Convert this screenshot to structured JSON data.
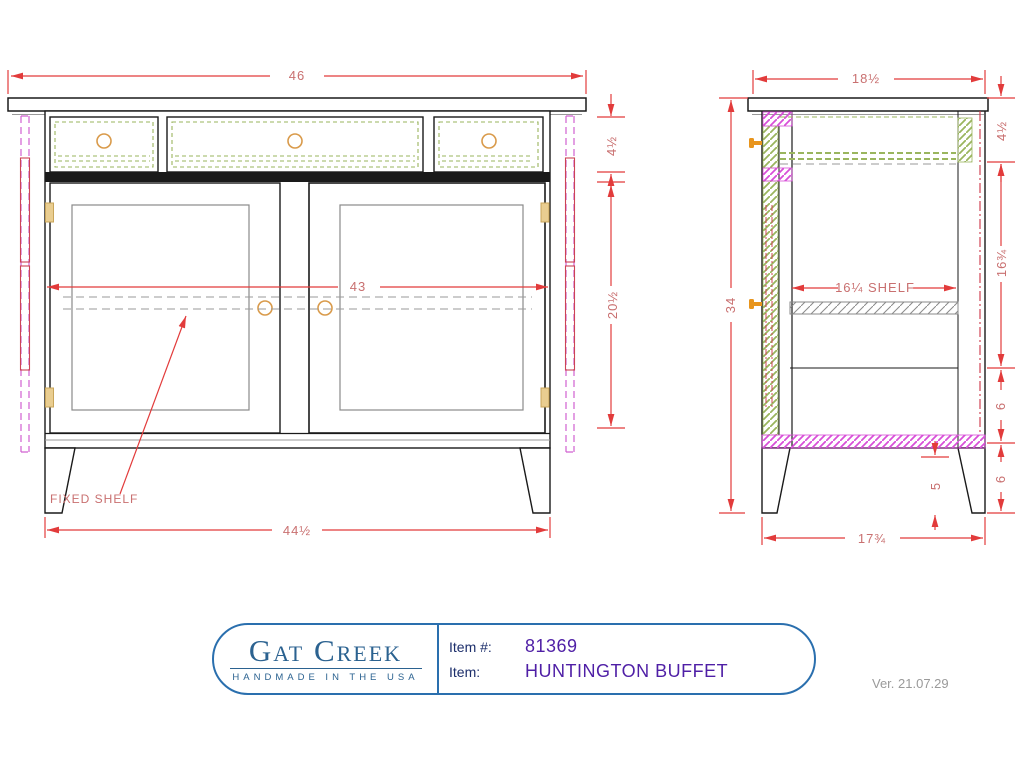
{
  "drawing": {
    "front": {
      "dim_top_width": "46",
      "dim_drawer_height": "4½",
      "dim_door_height": "20½",
      "dim_shelf_width": "43",
      "dim_base_width": "44½",
      "fixed_shelf_label": "FIXED SHELF"
    },
    "side": {
      "dim_top_depth": "18½",
      "dim_height": "34",
      "dim_drawer_height": "4½",
      "dim_shelf_depth": "16¼ SHELF",
      "dim_door_opening": "16¾",
      "dim_below_shelf": "6",
      "dim_leg_clearance": "6",
      "dim_leg_height": "5",
      "dim_base_depth": "17¾"
    },
    "colors": {
      "dimension_line": "#e23b3b",
      "dimension_text": "#c97070",
      "drawer_green": "#9ab55e",
      "hardware_orange": "#d99a4a",
      "knob_solid_orange": "#e8951d",
      "open_door_magenta": "#d060d0",
      "section_magenta": "#d84fd8",
      "shelf_gray": "#8a8a8a",
      "hinge_tan": "#e9cd90",
      "title_border_blue": "#2a6fae",
      "logo_blue": "#2b6290",
      "item_value_purple": "#4f1fa6",
      "item_label_navy": "#1c2e6b"
    }
  },
  "title_block": {
    "logo_text": "Gat Creek",
    "logo_tagline": "HANDMADE IN THE USA",
    "item_number_label": "Item #:",
    "item_number_value": "81369",
    "item_label": "Item:",
    "item_value": "HUNTINGTON BUFFET"
  },
  "version_text": "Ver. 21.07.29"
}
